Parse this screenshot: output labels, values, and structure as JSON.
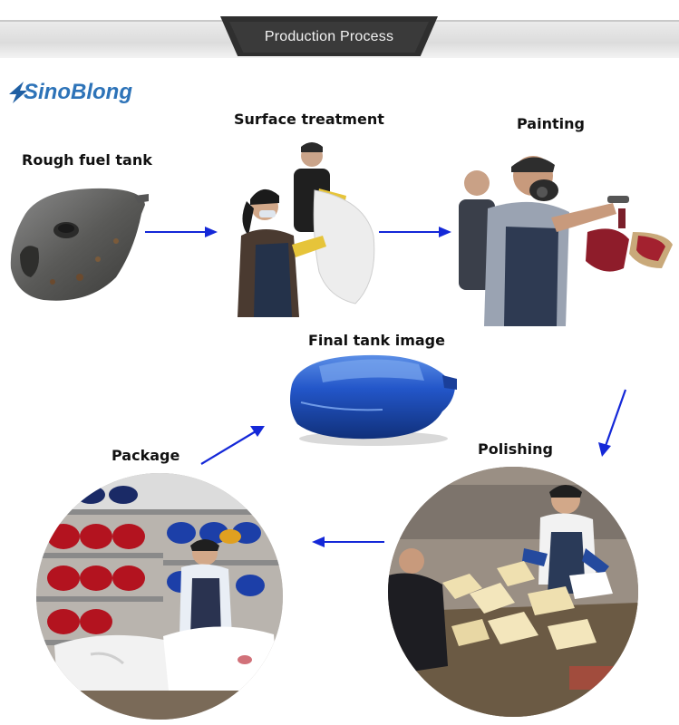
{
  "header": {
    "title": "Production Process"
  },
  "brand": {
    "logo_text": "SinoBlong"
  },
  "steps": {
    "rough": "Rough fuel tank",
    "surface": "Surface treatment",
    "painting": "Painting",
    "final": "Final tank image",
    "polishing": "Polishing",
    "package": "Package"
  },
  "colors": {
    "arrow": "#1428d8",
    "tank_blue": "#2356c9",
    "brand_blue": "#2d73b8",
    "header_tab": "#333333"
  }
}
